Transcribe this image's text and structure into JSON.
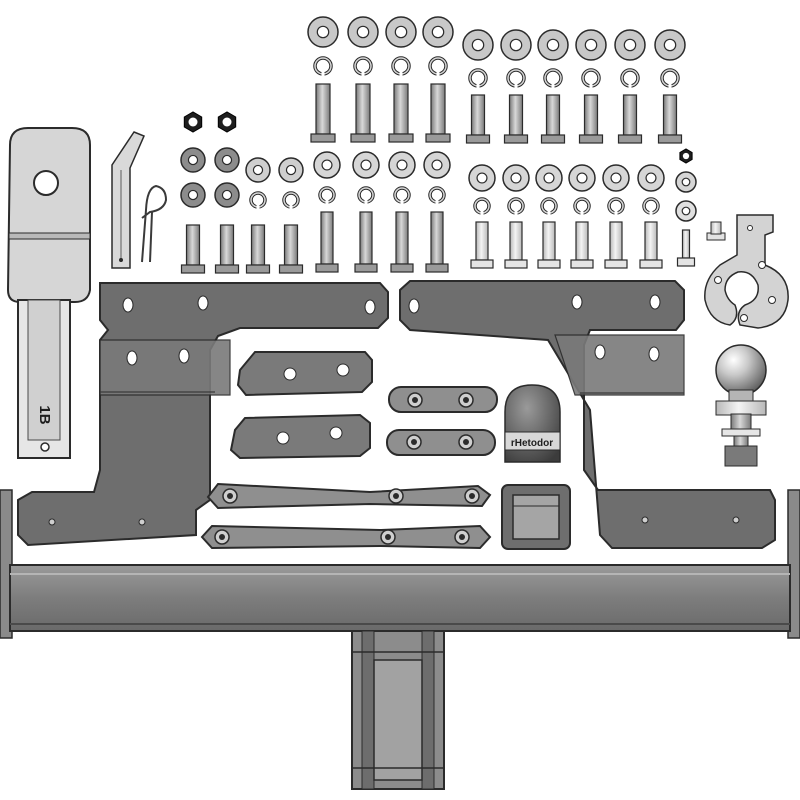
{
  "image": {
    "background": "#ffffff"
  },
  "palette": {
    "dark_steel": "#6e6e6e",
    "dark_steel_edge": "#2b2b2b",
    "mid_steel": "#8c8c8c",
    "light_steel": "#d6d6d6",
    "light_steel_edge": "#3a3a3a",
    "washer_face": "#c8c8c8",
    "washer_hole": "#ffffff",
    "bolt_body": "#a9a9a9",
    "nut_dark": "#1e1e1e"
  },
  "labels": {
    "rail_marking": "1B",
    "ball_cap_text": "rHetodor"
  },
  "components": {
    "cross_beam": "cross-beam",
    "receiver": "receiver-tube",
    "left_bracket": "left-side-bracket",
    "right_bracket": "right-side-bracket",
    "tow_ball": "tow-ball",
    "socket_plate": "socket-mounting-plate",
    "hitch_rail": "removable-hitch-rail",
    "hitch_pin": "hitch-pin",
    "r_clip": "r-clip"
  }
}
